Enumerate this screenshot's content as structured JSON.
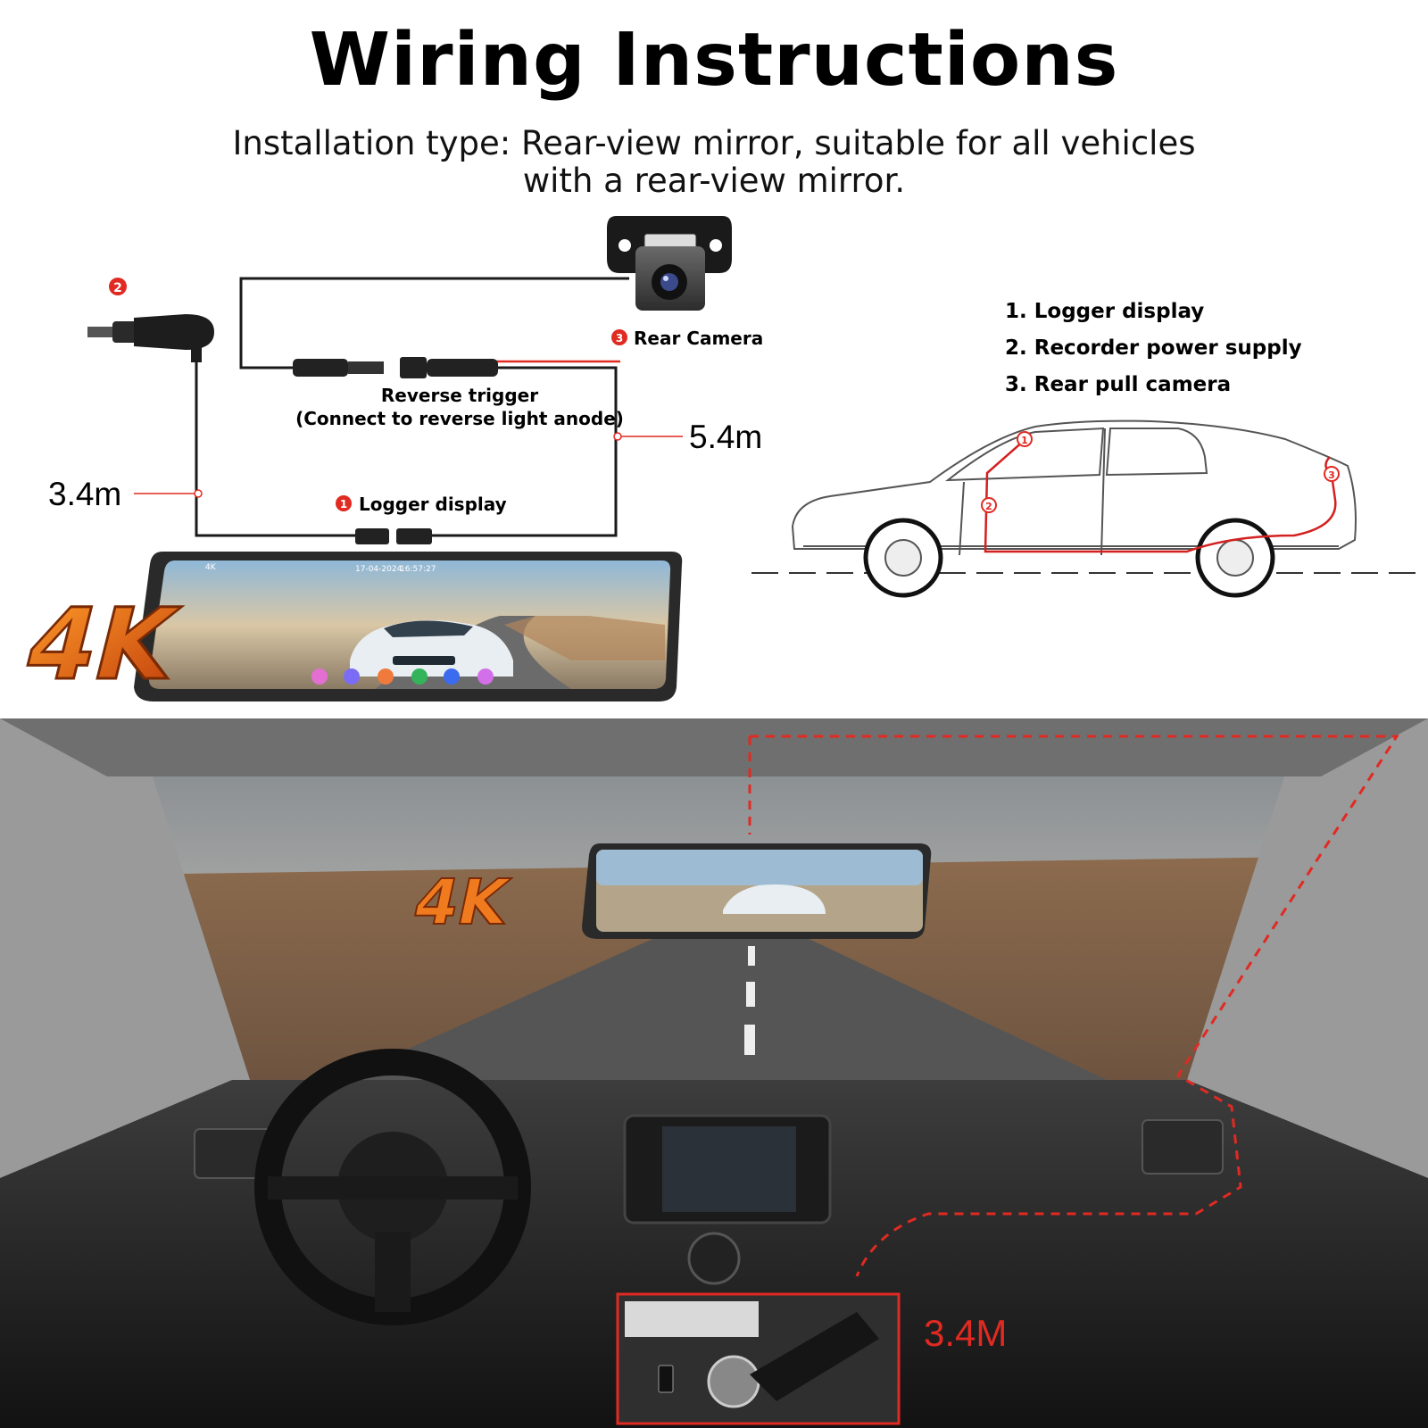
{
  "header": {
    "title": "Wiring Instructions",
    "subtitle_line1": "Installation type: Rear-view mirror, suitable for all vehicles",
    "subtitle_line2": "with a rear-view mirror."
  },
  "diagram": {
    "badge_power": "2",
    "badge_camera": "3",
    "badge_display": "1",
    "rear_camera_label": "Rear Camera",
    "reverse_trigger_line1": "Reverse trigger",
    "reverse_trigger_line2": "(Connect to reverse light anode)",
    "cable_rear_length": "5.4m",
    "cable_power_length": "3.4m",
    "logger_display_label": "Logger display",
    "mirror_screen": {
      "badge": "4K",
      "date": "17-04-2024",
      "time": "16:57:27",
      "graphic_text": "4K"
    }
  },
  "legend": {
    "items": [
      "1. Logger display",
      "2. Recorder power supply",
      "3. Rear pull camera"
    ]
  },
  "car_diagram": {
    "markers": [
      "1",
      "2",
      "3"
    ]
  },
  "interior_photo": {
    "callout_length": "3.4M",
    "mirror_graphic_text": "4K"
  },
  "colors": {
    "accent_red": "#e02a22",
    "wire_black": "#1a1a1a",
    "text_black": "#111111"
  }
}
